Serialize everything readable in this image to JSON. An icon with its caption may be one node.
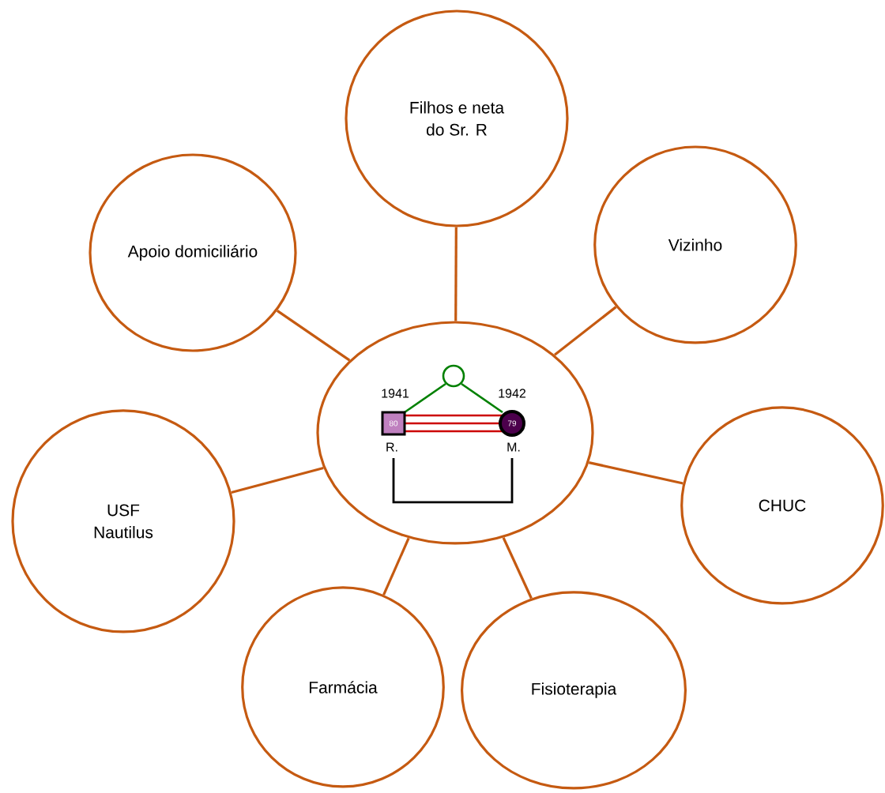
{
  "diagram": {
    "nodes": [
      {
        "text": [
          "Filhos e neta do Sr. R"
        ]
      },
      {
        "text": [
          "Apoio domiciliário"
        ]
      },
      {
        "text": [
          "Vizinho"
        ]
      },
      {
        "text": [],
        "shape": "circle"
      },
      {
        "text": [
          "CHUC"
        ]
      },
      {
        "text": [
          "USF Nautilus"
        ]
      },
      {
        "text": [
          "Farmácia"
        ]
      },
      {
        "text": [
          "Fisioterapia"
        ]
      }
    ],
    "edges": [
      {
        "from": 3,
        "to": 0,
        "arrow": "none"
      },
      {
        "from": 3,
        "to": 1,
        "arrow": "none"
      },
      {
        "from": 3,
        "to": 2,
        "arrow": "none"
      },
      {
        "from": 3,
        "to": 4,
        "arrow": "none"
      },
      {
        "from": 3,
        "to": 5,
        "arrow": "none"
      },
      {
        "from": 3,
        "to": 6,
        "arrow": "none"
      },
      {
        "from": 3,
        "to": 7,
        "arrow": "none"
      }
    ],
    "labels": [
      "1941",
      "1942",
      "80",
      "79",
      "R.",
      "M."
    ]
  }
}
